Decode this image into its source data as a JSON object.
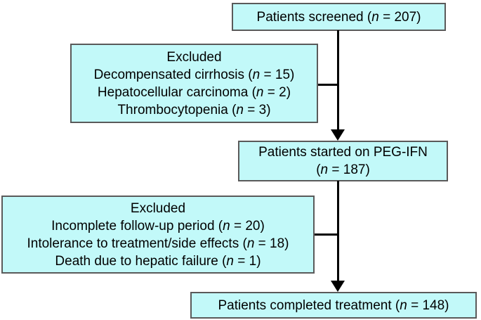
{
  "diagram": {
    "type": "flowchart",
    "title": "Patient enrollment flow diagram",
    "colors": {
      "node_fill": "#c2f9f9",
      "node_border": "#5a5a5a",
      "connector": "#000000",
      "text": "#000000",
      "background": "#ffffff"
    },
    "nodes": [
      {
        "id": "screened",
        "name": "patients-screened-box",
        "lines": [
          {
            "text": "Patients screened (",
            "n": "n",
            "rest": " = 207)"
          }
        ]
      },
      {
        "id": "excluded_1",
        "name": "excluded-box-1",
        "lines": [
          {
            "text": "Excluded",
            "n": "",
            "rest": ""
          },
          {
            "text": "Decompensated cirrhosis (",
            "n": "n",
            "rest": " = 15)"
          },
          {
            "text": "Hepatocellular carcinoma (",
            "n": "n",
            "rest": " = 2)"
          },
          {
            "text": "Thrombocytopenia (",
            "n": "n",
            "rest": " = 3)"
          }
        ]
      },
      {
        "id": "peg_ifn",
        "name": "patients-started-peg-ifn-box",
        "lines": [
          {
            "text": "Patients started on PEG-IFN",
            "n": "",
            "rest": ""
          },
          {
            "text": "(",
            "n": "n",
            "rest": " = 187)"
          }
        ]
      },
      {
        "id": "excluded_2",
        "name": "excluded-box-2",
        "lines": [
          {
            "text": "Excluded",
            "n": "",
            "rest": ""
          },
          {
            "text": "Incomplete follow-up period (",
            "n": "n",
            "rest": " = 20)"
          },
          {
            "text": "Intolerance to treatment/side effects (",
            "n": "n",
            "rest": " = 18)"
          },
          {
            "text": "Death due to hepatic failure (",
            "n": "n",
            "rest": " = 1)"
          }
        ]
      },
      {
        "id": "completed",
        "name": "patients-completed-treatment-box",
        "lines": [
          {
            "text": "Patients completed treatment (",
            "n": "n",
            "rest": " = 148)"
          }
        ]
      }
    ],
    "connectors": [
      {
        "id": "trunk-1",
        "from": "screened",
        "to": "peg_ifn",
        "arrow": true
      },
      {
        "id": "branch-1",
        "from": "trunk-1",
        "to": "excluded_1",
        "arrow": false
      },
      {
        "id": "trunk-2",
        "from": "peg_ifn",
        "to": "completed",
        "arrow": true
      },
      {
        "id": "branch-2",
        "from": "trunk-2",
        "to": "excluded_2",
        "arrow": false
      }
    ]
  },
  "text": {
    "screened": {
      "l0a": "Patients screened (",
      "l0n": "n",
      "l0b": " = 207)"
    },
    "excluded_1": {
      "l0": "Excluded",
      "l1a": "Decompensated cirrhosis (",
      "l1n": "n",
      "l1b": " = 15)",
      "l2a": "Hepatocellular carcinoma (",
      "l2n": "n",
      "l2b": " = 2)",
      "l3a": "Thrombocytopenia (",
      "l3n": "n",
      "l3b": " = 3)"
    },
    "peg_ifn": {
      "l0": "Patients started on PEG-IFN",
      "l1a": "(",
      "l1n": "n",
      "l1b": " = 187)"
    },
    "excluded_2": {
      "l0": "Excluded",
      "l1a": "Incomplete follow-up period (",
      "l1n": "n",
      "l1b": " = 20)",
      "l2a": "Intolerance to treatment/side effects (",
      "l2n": "n",
      "l2b": " = 18)",
      "l3a": "Death due to hepatic failure (",
      "l3n": "n",
      "l3b": " = 1)"
    },
    "completed": {
      "l0a": "Patients completed treatment (",
      "l0n": "n",
      "l0b": " = 148)"
    }
  }
}
